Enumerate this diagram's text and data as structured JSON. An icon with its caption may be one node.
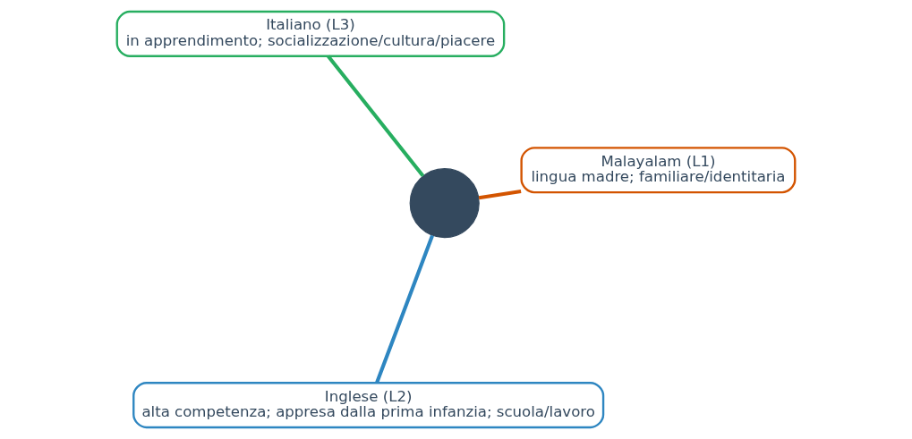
{
  "diagram": {
    "nodes": [
      {
        "text": [],
        "shape": "circle"
      },
      {
        "text": [
          "Malayalam (L1)",
          "lingua madre; familiare/identitaria"
        ]
      },
      {
        "text": [
          "Inglese (L2)",
          "alta competenza; appresa dalla prima infanzia; scuola/lavoro"
        ]
      },
      {
        "text": [
          "Italiano (L3)",
          "in apprendimento; socializzazione/cultura/piacere"
        ]
      }
    ],
    "edges": [
      {
        "from": 0,
        "to": 1,
        "arrow": "none",
        "color": "#d35400"
      },
      {
        "from": 0,
        "to": 2,
        "arrow": "none",
        "color": "#2e86c1"
      },
      {
        "from": 0,
        "to": 3,
        "arrow": "none",
        "color": "#27ae60"
      }
    ]
  }
}
